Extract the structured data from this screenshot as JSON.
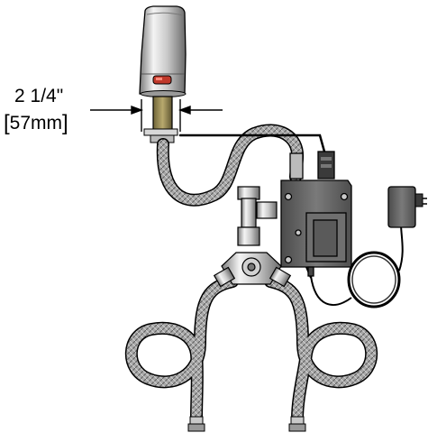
{
  "dimension": {
    "imperial": "2 1/4\"",
    "metric": "57mm",
    "open_bracket": "[",
    "close_bracket": "]"
  },
  "components": [
    "faucet-spout",
    "sensor-window",
    "control-box",
    "power-adapter",
    "mixing-valve",
    "supply-hoses"
  ],
  "colors": {
    "outline": "#000000",
    "chrome_light": "#f2f2f2",
    "chrome_mid": "#bdbdbd",
    "chrome_dark": "#6e6e6e",
    "brass": "#9a8a55",
    "box_gray": "#5a5a5a",
    "hose_gray": "#9a9a9a",
    "sensor_red": "#c0392b"
  }
}
